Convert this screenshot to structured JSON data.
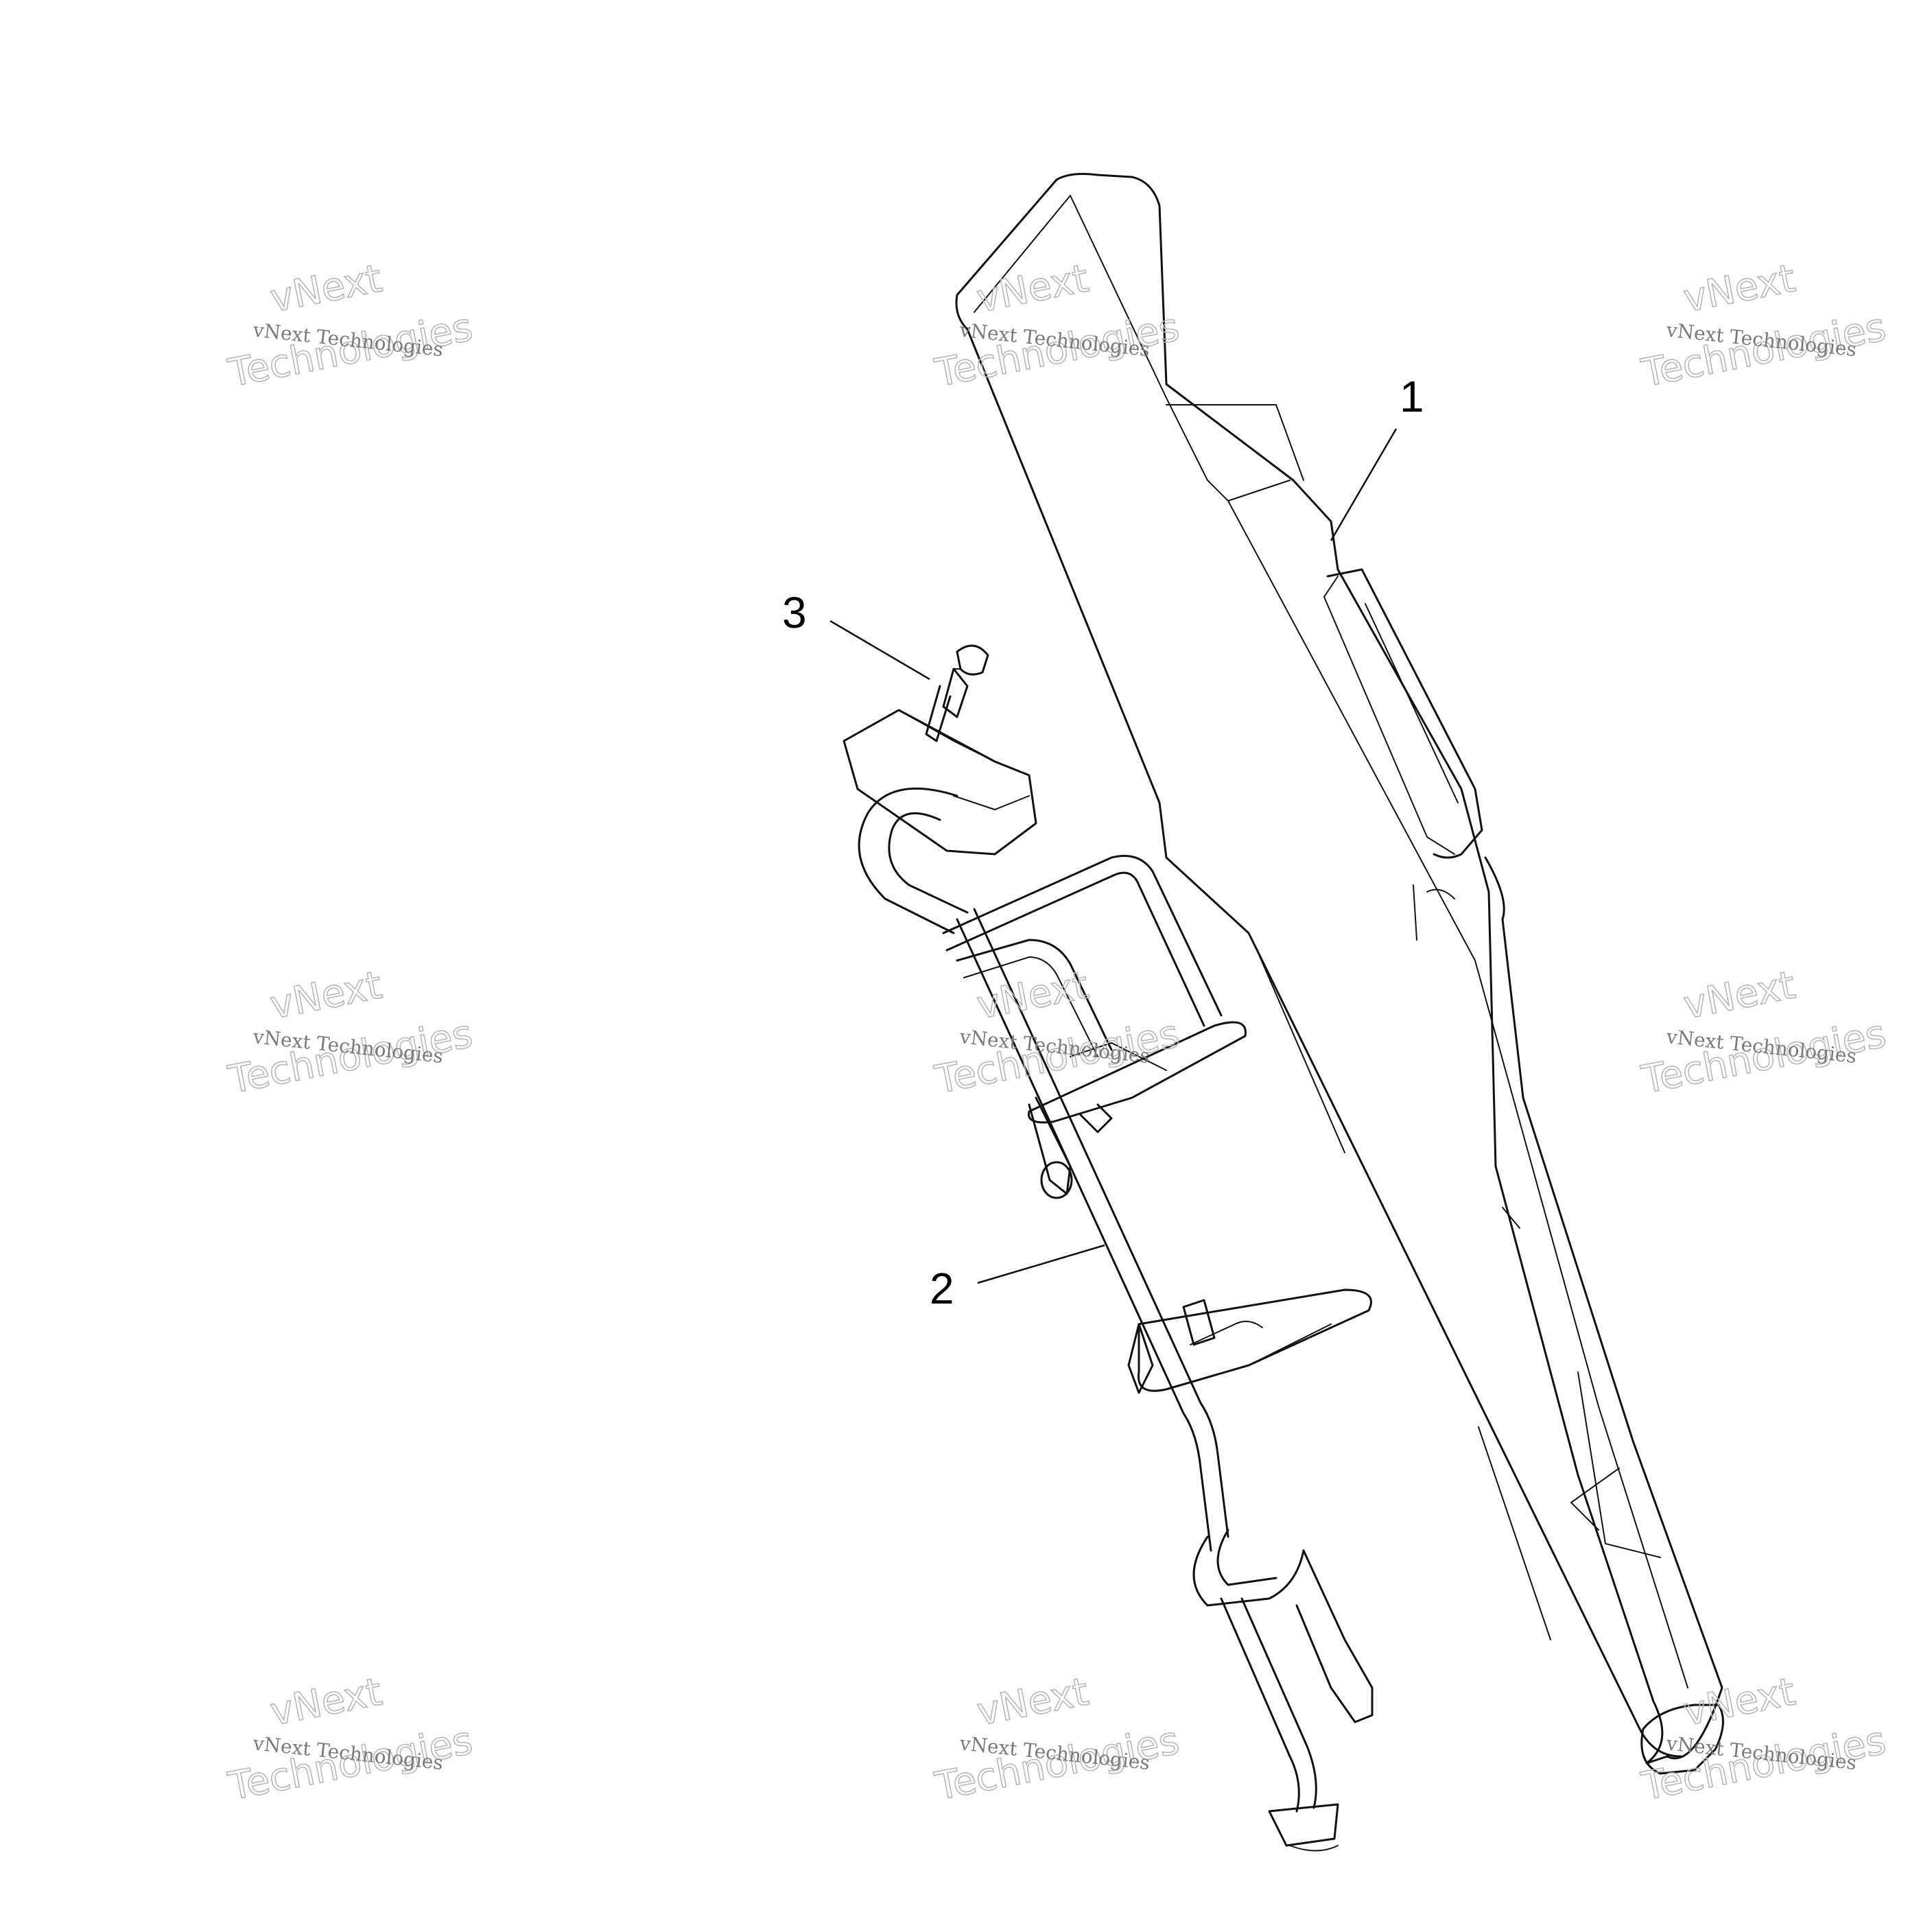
{
  "diagram": {
    "callouts": [
      {
        "id": "1",
        "label": "1"
      },
      {
        "id": "2",
        "label": "2"
      },
      {
        "id": "3",
        "label": "3"
      }
    ],
    "watermark": {
      "line_small": "vNext Technologies",
      "line_big_1": "vNext",
      "line_big_2": "Technologies"
    },
    "colors": {
      "line": "#111111",
      "watermark": "#b8b8b8",
      "background": "#ffffff"
    }
  }
}
